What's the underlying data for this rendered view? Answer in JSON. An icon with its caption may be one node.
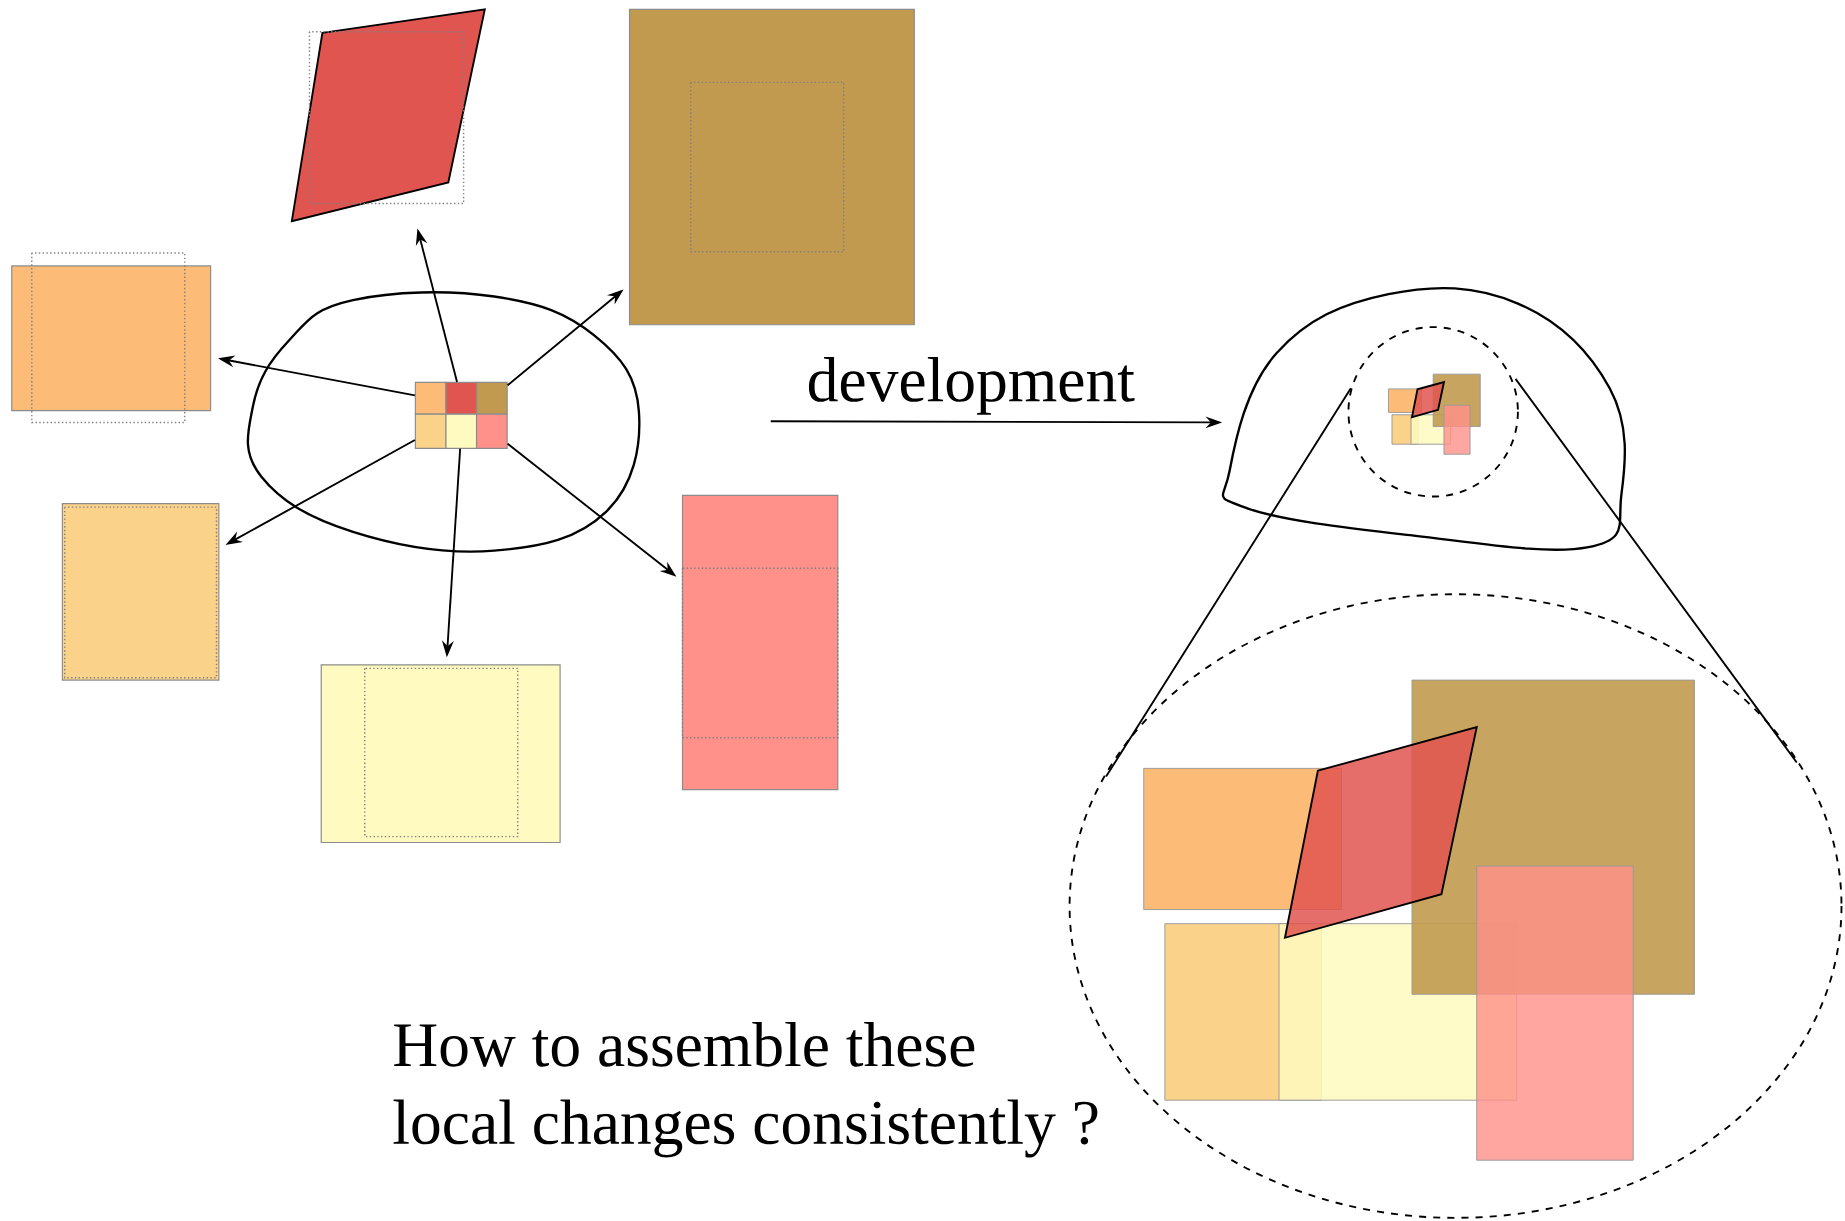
{
  "diagram": {
    "nodes": [
      {
        "text": [],
        "shape": "cloud"
      },
      {
        "text": [],
        "shape": "box",
        "in": 0
      },
      {
        "text": [],
        "shape": "box",
        "in": 0
      },
      {
        "text": [],
        "shape": "box",
        "in": 0
      },
      {
        "text": [],
        "shape": "box",
        "in": 0
      },
      {
        "text": [],
        "shape": "box",
        "in": 0
      },
      {
        "text": [],
        "shape": "box",
        "in": 0
      },
      {
        "text": [],
        "shape": "parallelogram"
      },
      {
        "text": [],
        "shape": "box"
      },
      {
        "text": [],
        "shape": "box"
      },
      {
        "text": [],
        "shape": "box"
      },
      {
        "text": [],
        "shape": "box"
      },
      {
        "text": [],
        "shape": "box"
      },
      {
        "text": [],
        "shape": "cloud"
      }
    ],
    "edges": [
      {
        "from": 1,
        "to": 9,
        "arrow": "to"
      },
      {
        "from": 2,
        "to": 7,
        "arrow": "to"
      },
      {
        "from": 3,
        "to": 8,
        "arrow": "to"
      },
      {
        "from": 4,
        "to": 10,
        "arrow": "to"
      },
      {
        "from": 5,
        "to": 11,
        "arrow": "to"
      },
      {
        "from": 6,
        "to": 12,
        "arrow": "to"
      },
      {
        "from": null,
        "to": 13,
        "arrow": "to",
        "label": "development"
      }
    ],
    "labels": [
      "How to assemble these",
      "local changes consistently ?"
    ]
  }
}
